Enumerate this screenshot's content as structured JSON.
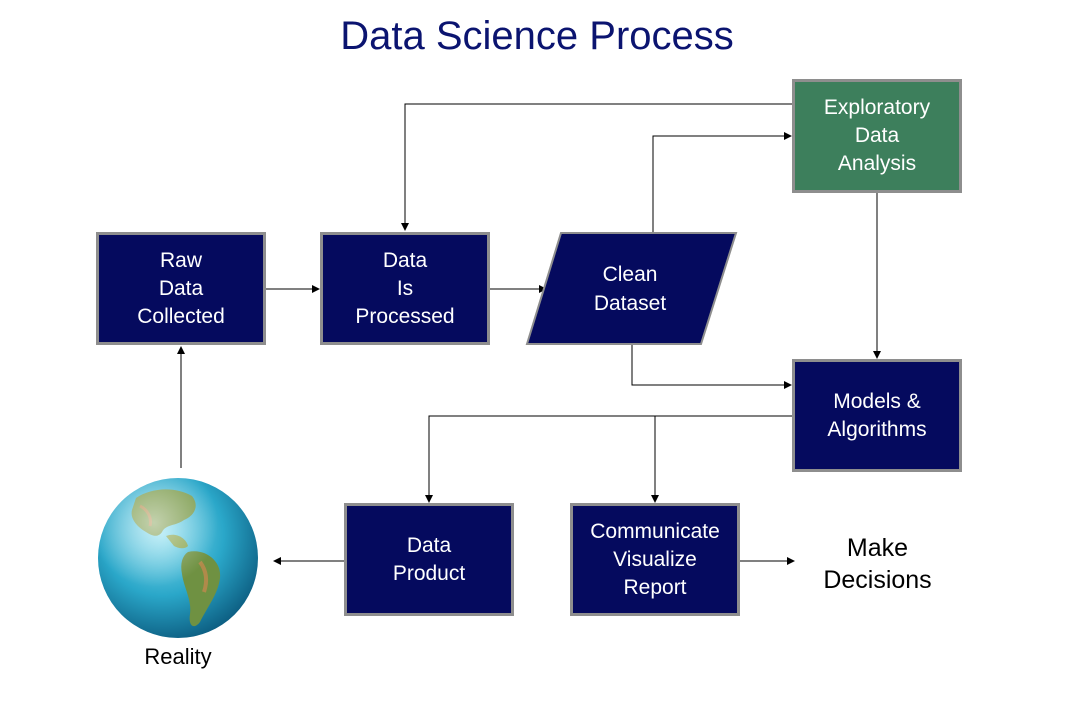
{
  "title": "Data Science Process",
  "nodes": {
    "raw_data": "Raw\nData\nCollected",
    "data_processed": "Data\nIs\nProcessed",
    "clean_dataset": "Clean\nDataset",
    "eda": "Exploratory\nData\nAnalysis",
    "models": "Models &\nAlgorithms",
    "data_product": "Data\nProduct",
    "communicate": "Communicate\nVisualize\nReport",
    "make_decisions": "Make\nDecisions",
    "reality": "Reality"
  },
  "colors": {
    "box": "#050a5e",
    "eda_box": "#3d7f5c",
    "title": "#0b1470",
    "border": "#8e8e8e"
  },
  "icons": {
    "globe": "globe-icon"
  }
}
